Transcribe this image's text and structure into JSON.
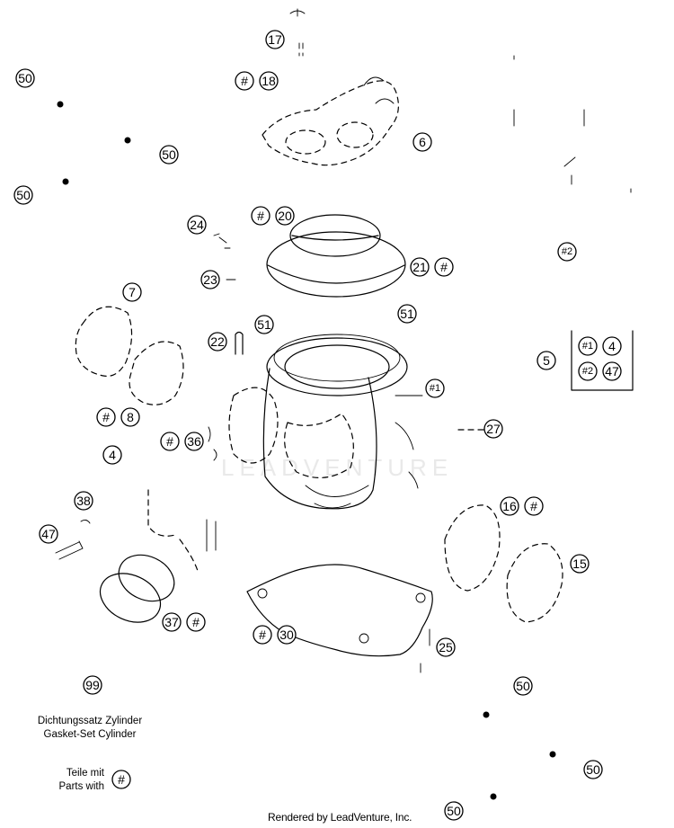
{
  "labels": {
    "c17": "17",
    "c18": "18",
    "c6": "6",
    "c20": "20",
    "c24": "24",
    "c23": "23",
    "c21": "21",
    "c51a": "51",
    "c51b": "51",
    "c7": "7",
    "c22": "22",
    "c8": "8",
    "c36": "36",
    "c4a": "4",
    "c38": "38",
    "c47a": "47",
    "c37": "37",
    "c30": "30",
    "c25": "25",
    "c27": "27",
    "c16": "16",
    "c15": "15",
    "c2": "#2",
    "c5": "5",
    "c1a": "#1",
    "c4b": "4",
    "c1b": "#2",
    "c47b": "47",
    "c1": "#1",
    "c99": "99",
    "c50a": "50",
    "c50b": "50",
    "c50c": "50",
    "c50d": "50",
    "c50e": "50",
    "c50f": "50",
    "hash": "#"
  },
  "caption": {
    "line1": "Dichtungssatz Zylinder",
    "line2": "Gasket-Set Cylinder"
  },
  "note": {
    "line1": "Teile mit",
    "line2": "Parts with"
  },
  "footer": "Rendered by LeadVenture, Inc.",
  "watermark": "LEADVENTURE"
}
